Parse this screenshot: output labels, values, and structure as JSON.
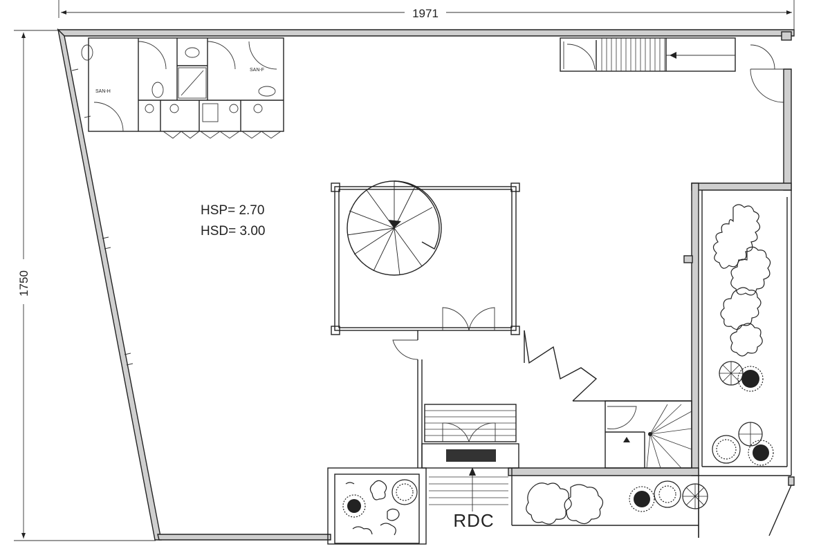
{
  "dimensions": {
    "width_label": "1971",
    "height_label": "1750"
  },
  "heights": {
    "hsp": "HSP=  2.70",
    "hsd": "HSD=  3.00"
  },
  "rooms": {
    "men_wc": "SAN-H",
    "women_wc": "SAN-F"
  },
  "level": "RDC",
  "colors": {
    "ink": "#222222",
    "wall_fill": "#cfcfcf",
    "paper": "#ffffff"
  }
}
